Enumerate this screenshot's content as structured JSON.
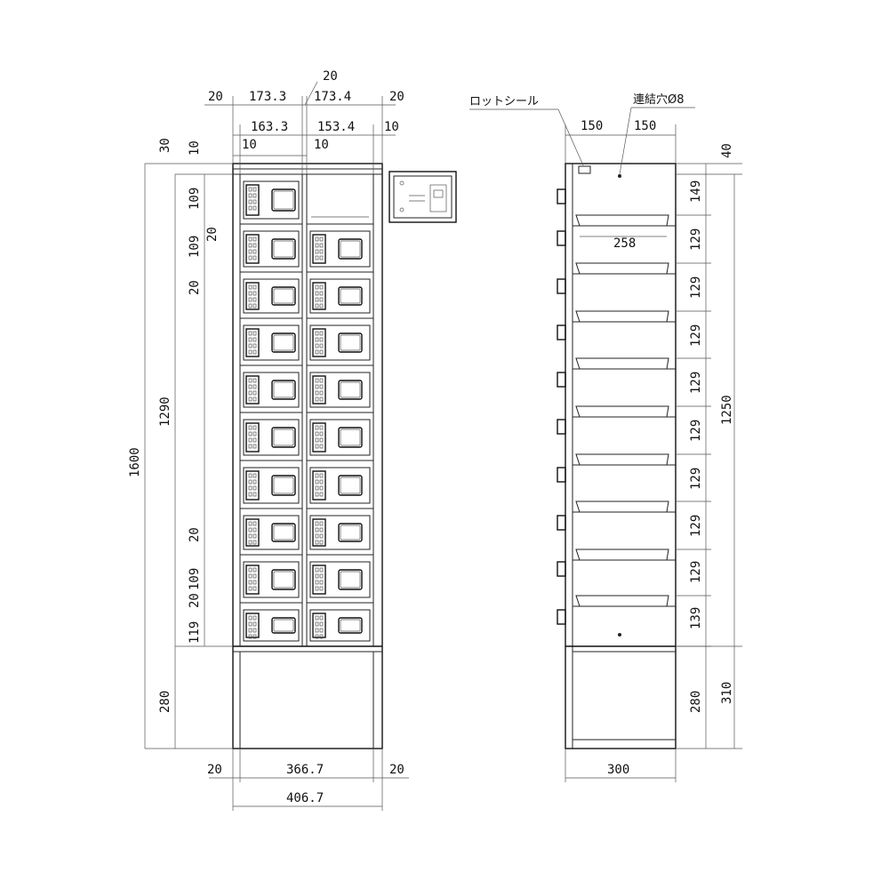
{
  "colors": {
    "line": "#222222",
    "background": "#ffffff"
  },
  "labels": {
    "lot_seal": "ロットシール",
    "link_hole": "連結穴Ø8"
  },
  "front_top_dims": {
    "top_gap_20": "20",
    "left_20": "20",
    "w_173_3": "173.3",
    "w_173_4": "173.4",
    "right_20": "20",
    "w_163_3": "163.3",
    "w_153_4": "153.4",
    "right_10": "10",
    "left_10": "10",
    "mid_10": "10"
  },
  "front_left_dims": {
    "top_30": "30",
    "top_10": "10",
    "total_1600": "1600",
    "door_1290": "1290",
    "base_280": "280",
    "door_109_a": "109",
    "door_109_b": "109",
    "gap_20_a": "20",
    "gap_20_b": "20",
    "gap_20_c": "20",
    "gap_20_d": "20",
    "door_109_c": "109",
    "door_119": "119"
  },
  "front_bottom_dims": {
    "left_20": "20",
    "inner_366_7": "366.7",
    "right_20": "20",
    "total_406_7": "406.7"
  },
  "side_dims": {
    "top_150_a": "150",
    "top_150_b": "150",
    "shelf_258": "258",
    "depth_300": "300",
    "top_40": "40",
    "seg_149": "149",
    "seg_129": [
      "129",
      "129",
      "129",
      "129",
      "129",
      "129",
      "129",
      "129"
    ],
    "seg_139": "139",
    "span_1250": "1250",
    "base_280": "280",
    "base_310": "310"
  }
}
